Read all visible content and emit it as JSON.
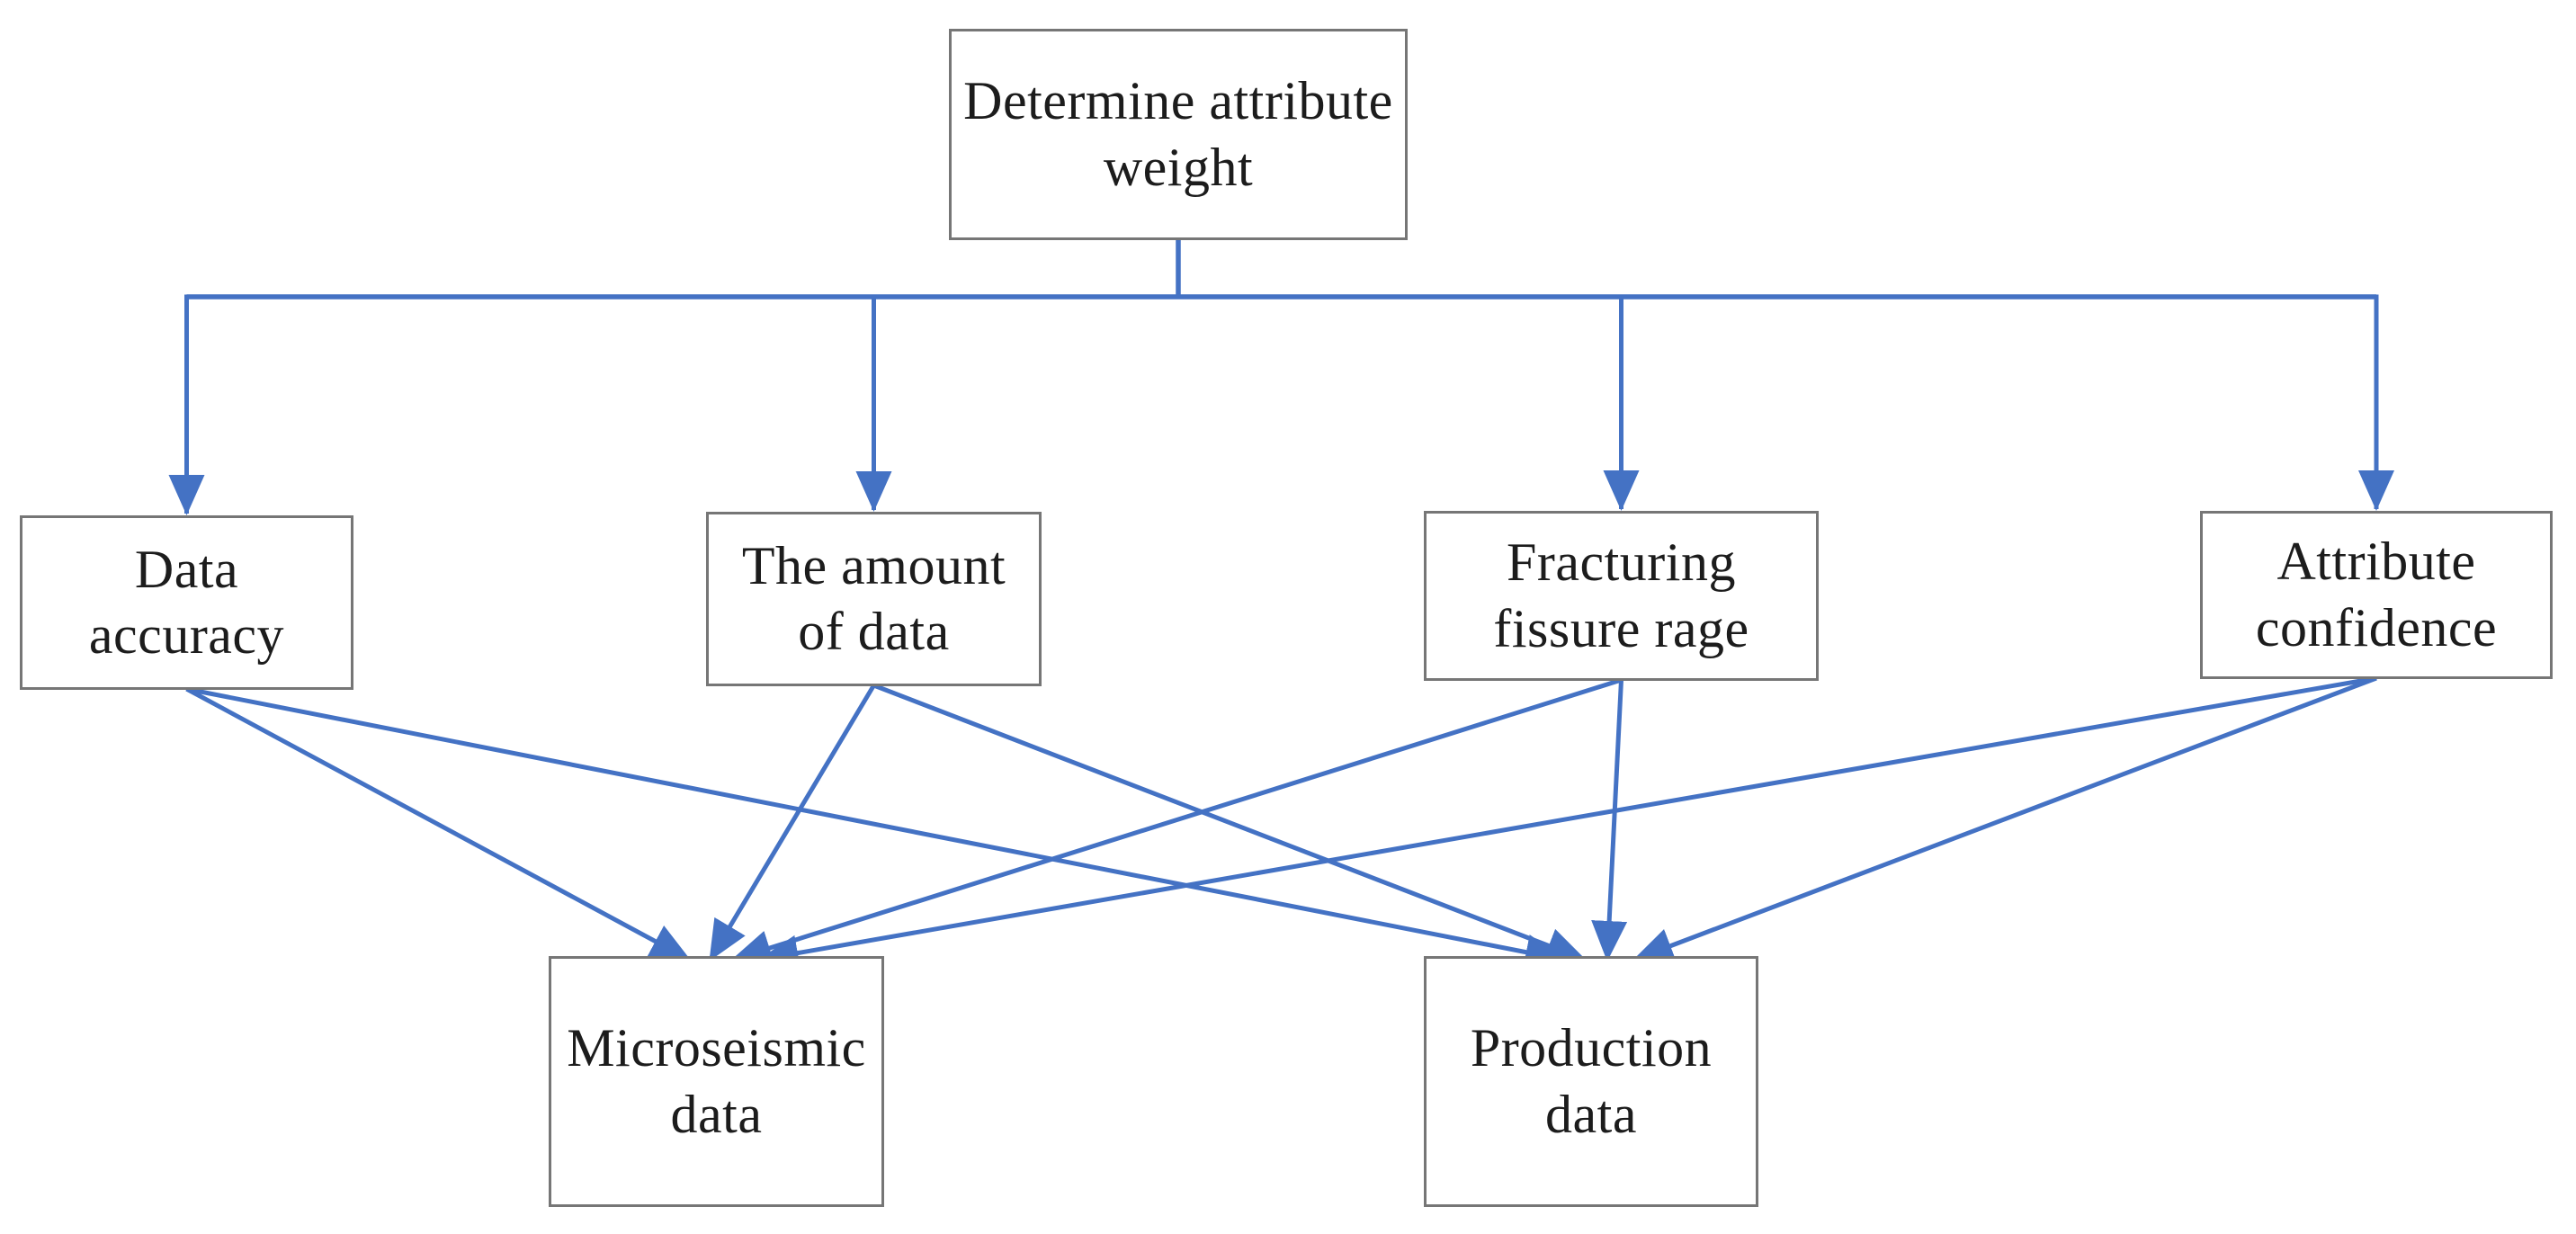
{
  "diagram": {
    "type": "flowchart",
    "colors": {
      "arrow": "#4472C4",
      "box_border": "#767676",
      "box_fill": "#ffffff",
      "text": "#1c1c1c",
      "background": "#ffffff"
    },
    "nodes": {
      "root": {
        "label": "Determine attribute\nweight"
      },
      "data_accuracy": {
        "label": "Data\naccuracy"
      },
      "amount_of_data": {
        "label": "The amount\nof data"
      },
      "fracturing_fissure_rage": {
        "label": "Fracturing\nfissure rage"
      },
      "attribute_confidence": {
        "label": "Attribute\nconfidence"
      },
      "microseismic_data": {
        "label": "Microseismic\ndata"
      },
      "production_data": {
        "label": "Production\ndata"
      }
    },
    "edges": {
      "hierarchy": [
        {
          "from": "root",
          "to": "data_accuracy"
        },
        {
          "from": "root",
          "to": "amount_of_data"
        },
        {
          "from": "root",
          "to": "fracturing_fissure_rage"
        },
        {
          "from": "root",
          "to": "attribute_confidence"
        }
      ],
      "influence": [
        {
          "from": "data_accuracy",
          "to": "microseismic_data"
        },
        {
          "from": "data_accuracy",
          "to": "production_data"
        },
        {
          "from": "amount_of_data",
          "to": "microseismic_data"
        },
        {
          "from": "amount_of_data",
          "to": "production_data"
        },
        {
          "from": "fracturing_fissure_rage",
          "to": "microseismic_data"
        },
        {
          "from": "fracturing_fissure_rage",
          "to": "production_data"
        },
        {
          "from": "attribute_confidence",
          "to": "microseismic_data"
        },
        {
          "from": "attribute_confidence",
          "to": "production_data"
        }
      ]
    }
  }
}
